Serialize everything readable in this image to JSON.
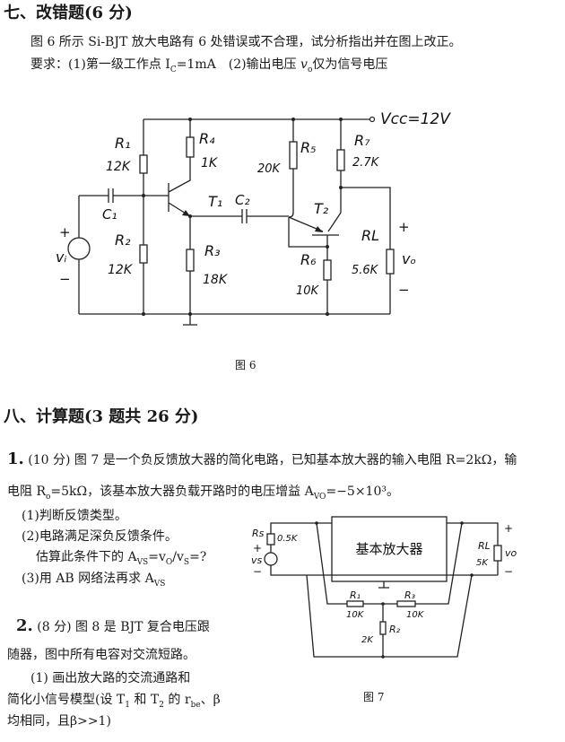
{
  "section7": {
    "heading": "七、改错题(6 分)",
    "line1": "图 6 所示 Si-BJT 放大电路有 6 处错误或不合理，试分析指出并在图上改正。",
    "line2_a": "要求：(1)第一级工作点 I",
    "line2_sub": "C",
    "line2_b": "=1mA　(2)输出电压 ",
    "line2_v": "v",
    "line2_vsub": "o",
    "line2_c": "仅为信号电压",
    "figure_caption": "图 6",
    "circuit": {
      "vcc": "Vcc=12V",
      "R1": "R₁",
      "R1_val": "12K",
      "R2": "R₂",
      "R2_val": "12K",
      "R3": "R₃",
      "R3_val": "18K",
      "R4": "R₄",
      "R4_val": "1K",
      "R5": "R₅",
      "R5_val": "20K",
      "R6": "R₆",
      "R6_val": "10K",
      "R7": "R₇",
      "R7_val": "2.7K",
      "RL": "RL",
      "RL_val": "5.6K",
      "C1": "C₁",
      "C2": "C₂",
      "T1": "T₁",
      "T2": "T₂",
      "vi": "vᵢ",
      "vo": "vₒ",
      "plus": "+",
      "minus": "−"
    }
  },
  "section8": {
    "heading": "八、计算题(3 题共 26 分)",
    "q1": {
      "number": "1.",
      "line1": " (10 分) 图 7 是一个负反馈放大器的简化电路，已知基本放大器的输入电阻 R=2kΩ，输",
      "line2_a": "电阻 R",
      "line2_sub": "o",
      "line2_b": "=5kΩ，该基本放大器负载开路时的电压增益 A",
      "line2_sub2": "VO",
      "line2_c": "=−5×10³。",
      "item1": "(1)判断反馈类型。",
      "item2": "(2)电路满足深负反馈条件。",
      "item2b_a": "估算此条件下的 A",
      "item2b_sub": "VS",
      "item2b_b": "=v",
      "item2b_sub2": "O",
      "item2b_c": "/v",
      "item2b_sub3": "S",
      "item2b_d": "=?",
      "item3_a": "(3)用 AB 网络法再求 A",
      "item3_sub": "VS"
    },
    "q2": {
      "number": "2.",
      "line1": " (8 分) 图 8 是 BJT 复合电压跟",
      "line2": "随器，图中所有电容对交流短路。",
      "line3": "(1) 画出放大路的交流通路和",
      "line4_a": "简化小信号模型(设 T",
      "line4_s1": "1",
      "line4_b": " 和 T",
      "line4_s2": "2",
      "line4_c": " 的 r",
      "line4_s3": "be",
      "line4_d": "、β",
      "line5": "均相同，且β>>1)"
    },
    "figure7": {
      "caption": "图 7",
      "box_label": "基本放大器",
      "Rs": "Rs",
      "Rs_val": "0.5K",
      "vs": "vs",
      "RL": "RL",
      "RL_val": "5K",
      "vo": "vo",
      "R1": "R₁",
      "R1_val": "10K",
      "R2": "R₂",
      "R2_val": "2K",
      "R3": "R₃",
      "R3_val": "10K",
      "plus": "+",
      "minus": "−"
    }
  }
}
